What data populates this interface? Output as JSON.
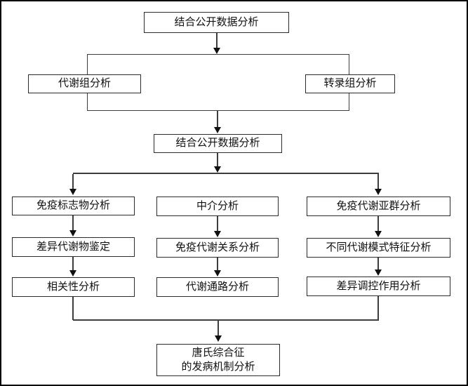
{
  "diagram": {
    "type": "flowchart",
    "title": "",
    "nodes": {
      "combine_top": "结合公开数据分析",
      "metabolome": "代谢组分析",
      "transcriptome": "转录组分析",
      "combine_mid": "结合公开数据分析",
      "col_left": [
        "免疫标志物分析",
        "差异代谢物鉴定",
        "相关性分析"
      ],
      "col_mid": [
        "中介分析",
        "免疫代谢关系分析",
        "代谢通路分析"
      ],
      "col_right": [
        "免疫代谢亚群分析",
        "不同代谢模式特征分析",
        "差异调控作用分析"
      ],
      "final": {
        "line1": "唐氏综合征",
        "line2": "的发病机制分析"
      }
    },
    "colors": {
      "background": "#ffffff",
      "canvas_border": "#000000",
      "box_border": "#2b2b2b",
      "connector_line": "#3d3d3d",
      "arrowhead": "#111111",
      "text": "#111111"
    }
  }
}
